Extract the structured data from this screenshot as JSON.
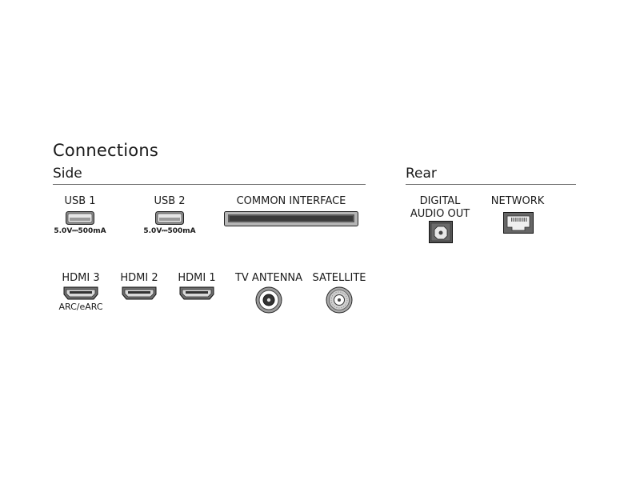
{
  "title": "Connections",
  "sections": {
    "side": {
      "title": "Side"
    },
    "rear": {
      "title": "Rear"
    }
  },
  "ports": {
    "usb1": {
      "label": "USB 1",
      "spec": "5.0V⎓500mA",
      "icon": "usb-port-icon"
    },
    "usb2": {
      "label": "USB 2",
      "spec": "5.0V⎓500mA",
      "icon": "usb-port-icon"
    },
    "common_interface": {
      "label": "COMMON INTERFACE",
      "icon": "ci-slot-icon"
    },
    "hdmi3": {
      "label": "HDMI 3",
      "note": "ARC/eARC",
      "icon": "hdmi-port-icon"
    },
    "hdmi2": {
      "label": "HDMI 2",
      "icon": "hdmi-port-icon"
    },
    "hdmi1": {
      "label": "HDMI 1",
      "icon": "hdmi-port-icon"
    },
    "tv_antenna": {
      "label": "TV ANTENNA",
      "icon": "coax-antenna-icon"
    },
    "satellite": {
      "label": "SATELLITE",
      "icon": "satellite-f-connector-icon"
    },
    "digital_audio_out": {
      "label_line1": "DIGITAL",
      "label_line2": "AUDIO OUT",
      "icon": "optical-audio-icon"
    },
    "network": {
      "label": "NETWORK",
      "icon": "ethernet-port-icon"
    }
  }
}
